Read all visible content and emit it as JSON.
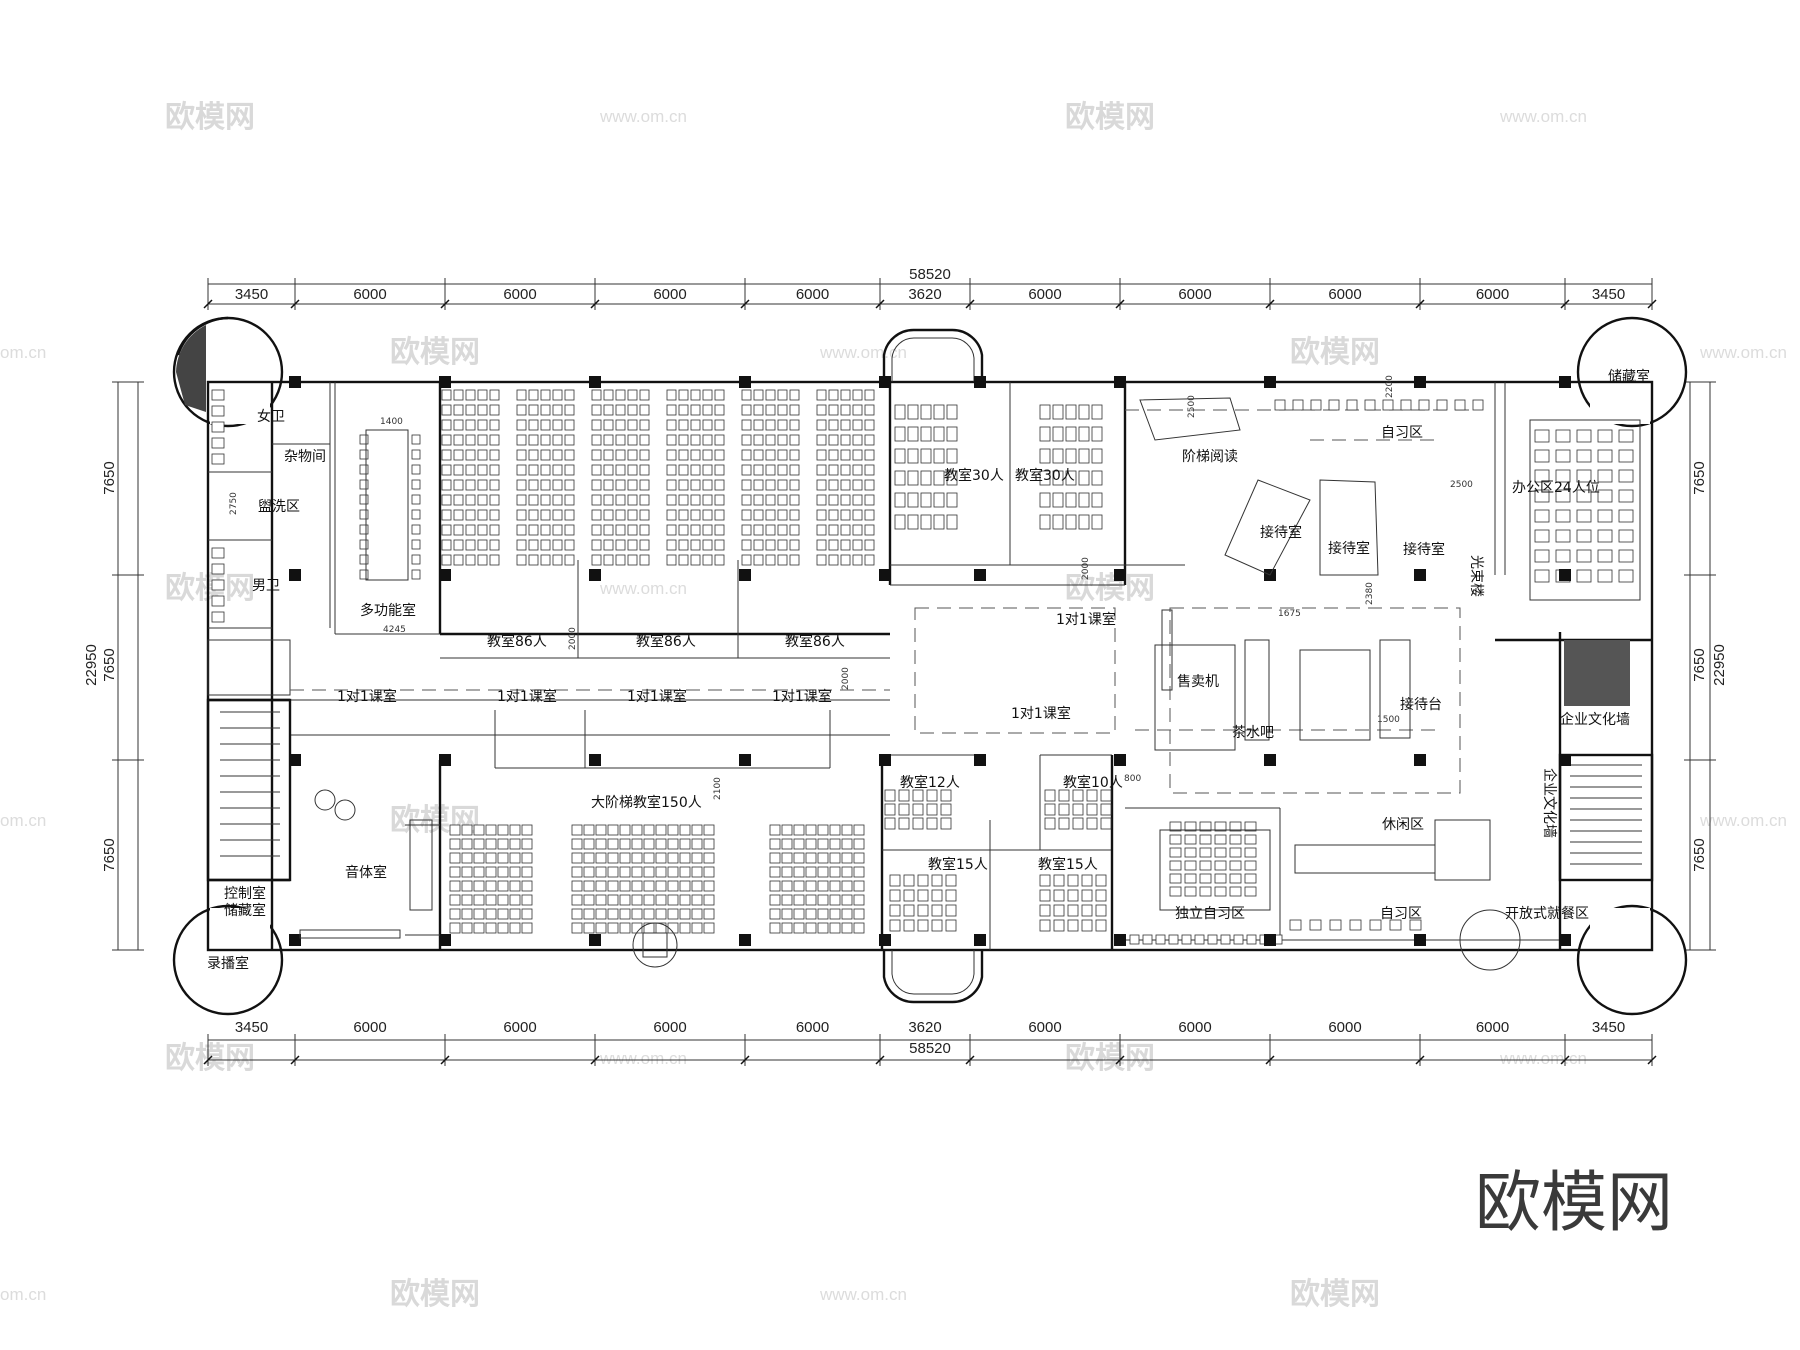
{
  "dimensions": {
    "total": "58520",
    "top_segments": [
      "3450",
      "6000",
      "6000",
      "6000",
      "6000",
      "3620",
      "6000",
      "6000",
      "6000",
      "6000",
      "3450"
    ],
    "bottom_segments": [
      "3450",
      "6000",
      "6000",
      "6000",
      "6000",
      "3620",
      "6000",
      "6000",
      "6000",
      "6000",
      "3450"
    ],
    "left_total": "22950",
    "left_segments": [
      "7650",
      "7650",
      "7650"
    ],
    "right_total": "22950",
    "right_segments": [
      "7650",
      "7650",
      "7650"
    ],
    "inner": [
      "1400",
      "2750",
      "4245",
      "2000",
      "2000",
      "2000",
      "2100",
      "1675",
      "2380",
      "1500",
      "2500",
      "2200",
      "2500",
      "800"
    ]
  },
  "rooms": {
    "female_wc": "女卫",
    "storage_misc": "杂物间",
    "washroom": "盥洗区",
    "male_wc": "男卫",
    "multi_room": "多功能室",
    "class86_1": "教室86人",
    "class86_2": "教室86人",
    "class86_3": "教室86人",
    "class30_1": "教室30人",
    "class30_2": "教室30人",
    "stair_reading": "阶梯阅读",
    "study_top": "自习区",
    "reception_1": "接待室",
    "reception_2": "接待室",
    "reception_3": "接待室",
    "office24": "办公区24人位",
    "storage_room": "储藏室",
    "light_box": "光束楼",
    "tutor_top": "1对1课室",
    "tutor_mid": "1对1课室",
    "vending": "售卖机",
    "tea_bar": "茶水吧",
    "front_desk": "接待台",
    "culture_wall": "企业文化墙",
    "culture_wall_v": "企业文化墙",
    "tutor_a": "1对1课室",
    "tutor_b": "1对1课室",
    "tutor_c": "1对1课室",
    "tutor_d": "1对1课室",
    "lecture150": "大阶梯教室150人",
    "class12": "教室12人",
    "class10": "教室10人",
    "class15_1": "教室15人",
    "class15_2": "教室15人",
    "pe_room": "音体室",
    "control_room": "控制室",
    "control_storage": "储藏室",
    "record_room": "录播室",
    "lounge": "休闲区",
    "solo_study": "独立自习区",
    "study_bottom": "自习区",
    "dining": "开放式就餐区"
  },
  "watermarks": {
    "brand_small": "欧模网",
    "url": "www.om.cn",
    "url_short": "om.cn",
    "brand_large": "欧模网"
  },
  "colors": {
    "wall": "#111111",
    "line": "#333333",
    "watermark": "#d9d9d9"
  }
}
